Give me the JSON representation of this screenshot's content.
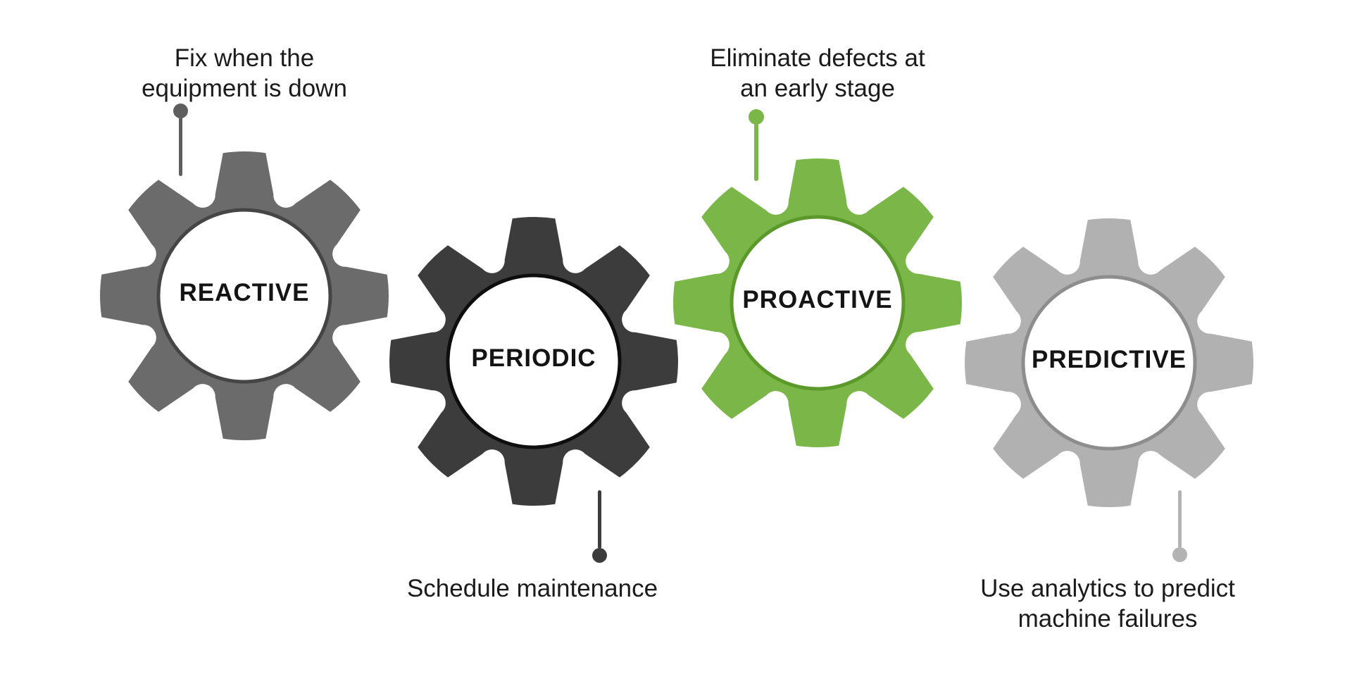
{
  "figure": {
    "background_color": "#ffffff",
    "text_color": "#1b1b1b",
    "label_color": "#141414"
  },
  "stages": [
    {
      "label": "REACTIVE",
      "annotation_lines": [
        "Fix when the",
        "equipment is down"
      ],
      "annotation_position": "top",
      "gear_color": "#6b6b6b",
      "ring_color": "#454545",
      "connector_color": "#5e5e5e"
    },
    {
      "label": "PERIODIC",
      "annotation_lines": [
        "Schedule maintenance"
      ],
      "annotation_position": "bottom",
      "gear_color": "#3d3c3c",
      "ring_color": "#0e0e0e",
      "connector_color": "#3d3c3c"
    },
    {
      "label": "PROACTIVE",
      "annotation_lines": [
        "Eliminate defects at",
        "an early stage"
      ],
      "annotation_position": "top",
      "gear_color": "#7ab648",
      "ring_color": "#5b9a2a",
      "connector_color": "#7ab648"
    },
    {
      "label": "PREDICTIVE",
      "annotation_lines": [
        "Use analytics to predict",
        "machine failures"
      ],
      "annotation_position": "bottom",
      "gear_color": "#b1b1b1",
      "ring_color": "#8d8d8d",
      "connector_color": "#b3b3b3"
    }
  ]
}
